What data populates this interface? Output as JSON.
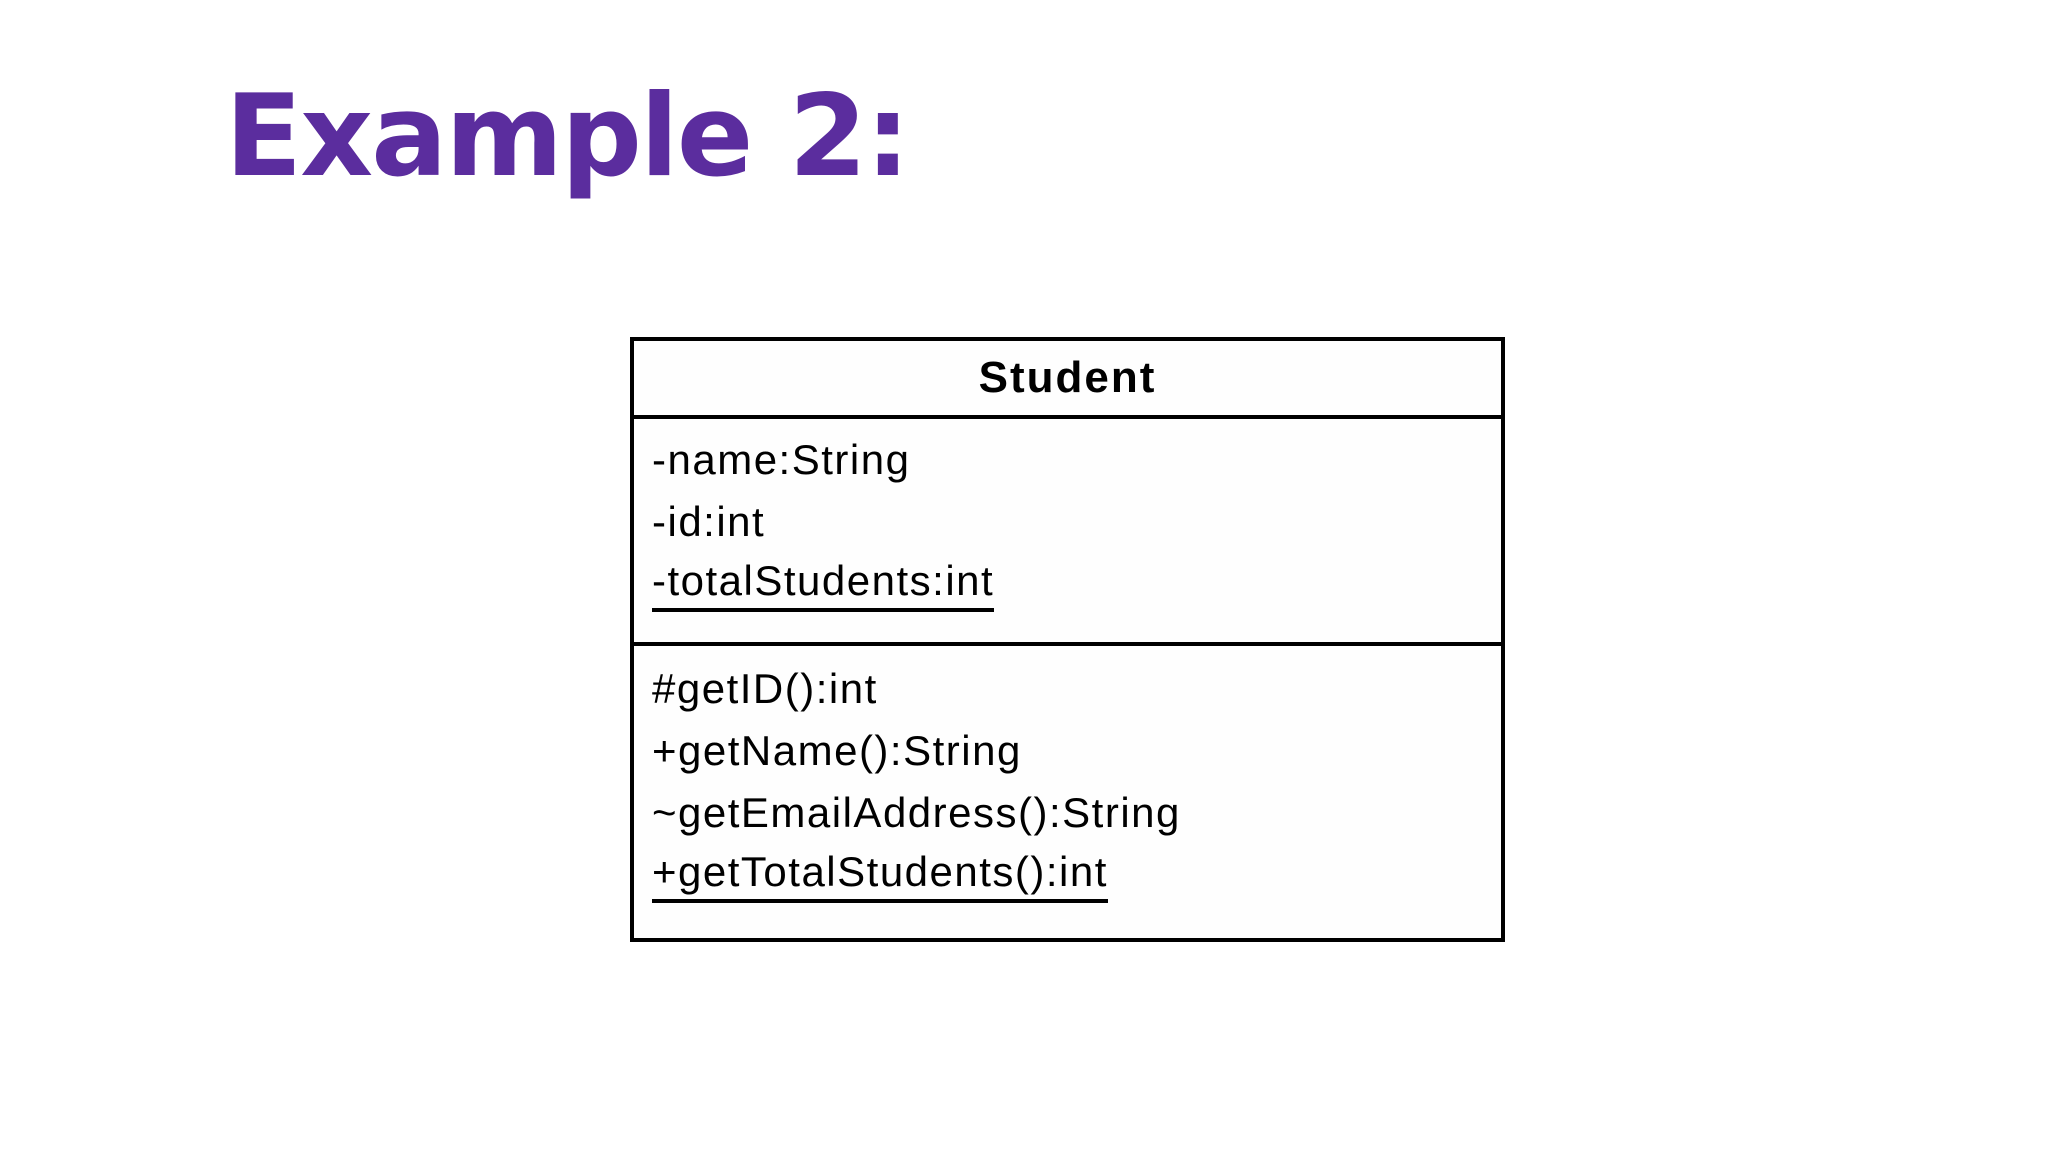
{
  "title": {
    "text": "Example 2:",
    "color": "#5B2D9E"
  },
  "uml_class": {
    "name": "Student",
    "attributes": [
      {
        "text": "-name:String",
        "static": false
      },
      {
        "text": "-id:int",
        "static": false
      },
      {
        "text": "-totalStudents:int",
        "static": true
      }
    ],
    "methods": [
      {
        "text": "#getID():int",
        "static": false
      },
      {
        "text": "+getName():String",
        "static": false
      },
      {
        "text": "~getEmailAddress():String",
        "static": false
      },
      {
        "text": "+getTotalStudents():int",
        "static": true
      }
    ],
    "border_color": "#000000",
    "text_color": "#000000"
  }
}
